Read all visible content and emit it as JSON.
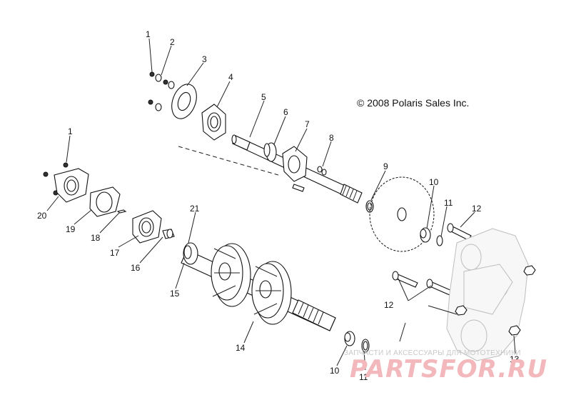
{
  "diagram": {
    "copyright": "© 2008 Polaris Sales Inc.",
    "callouts": [
      "1",
      "2",
      "3",
      "4",
      "5",
      "6",
      "7",
      "8",
      "9",
      "10",
      "11",
      "12",
      "1",
      "20",
      "19",
      "18",
      "17",
      "16",
      "21",
      "15",
      "14",
      "10",
      "11",
      "12",
      "13"
    ]
  },
  "watermark": {
    "tagline": "ЗАПЧАСТИ И АКСЕССУАРЫ ДЛЯ МОТОТЕХНИКИ",
    "brand": "PARTSFOR.RU"
  }
}
